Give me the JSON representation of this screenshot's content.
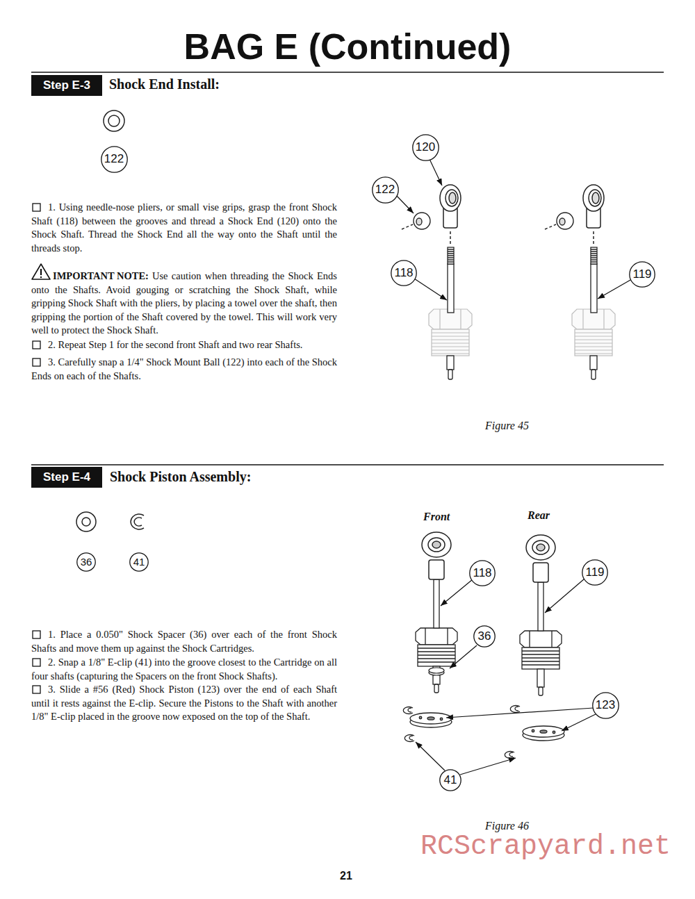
{
  "diagram": {
    "title": "BAG E (Continued)",
    "nodes": [
      {
        "text": [
          "Step E-3"
        ]
      },
      {
        "text": [
          "122"
        ]
      },
      {
        "text": [
          "120"
        ]
      },
      {
        "text": [
          "122"
        ]
      },
      {
        "text": [
          "118"
        ]
      },
      {
        "text": [
          "119"
        ]
      },
      {
        "text": [
          "Step E-4"
        ]
      },
      {
        "text": [
          "36"
        ]
      },
      {
        "text": [
          "41"
        ]
      },
      {
        "text": [
          "118"
        ]
      },
      {
        "text": [
          "36"
        ]
      },
      {
        "text": [
          "119"
        ]
      },
      {
        "text": [
          "123"
        ]
      },
      {
        "text": [
          "41"
        ]
      }
    ],
    "labels": [
      "Shock End Install:",
      "1. Using needle-nose pliers, or small vise grips, grasp the front Shock Shaft (118) between the grooves and thread a Shock End (120) onto the Shock Shaft. Thread the Shock End all the way onto the Shaft until the threads stop.",
      "IMPORTANT NOTE:",
      "Use caution when threading the Shock Ends onto the Shafts. Avoid gouging or scratching the Shock Shaft, while gripping Shock Shaft with the pliers, by placing a towel over the shaft, then gripping the portion of the Shaft covered by the towel. This will work very well to protect the Shock Shaft.",
      "2. Repeat Step 1 for the second front Shaft and two rear Shafts.",
      "3. Carefully snap a 1/4\" Shock Mount Ball (122) into each of the Shock Ends on each of the Shafts.",
      "Figure 45",
      "Shock Piston Assembly:",
      "1. Place a 0.050\" Shock Spacer (36) over each of the front Shock Shafts and move them up against the Shock Cartridges.",
      "2. Snap a 1/8\" E-clip (41) into the groove closest to the Cartridge on all four shafts (capturing the Spacers on the front Shock Shafts).",
      "3. Slide a #56 (Red) Shock Piston (123) over the end of each Shaft until it rests against the E-clip. Secure the Pistons to the Shaft with another 1/8\" E-clip placed in the groove now exposed on the top of the Shaft.",
      "Front",
      "Rear",
      "Figure 46",
      "RCScrapyard.net",
      "21"
    ]
  }
}
